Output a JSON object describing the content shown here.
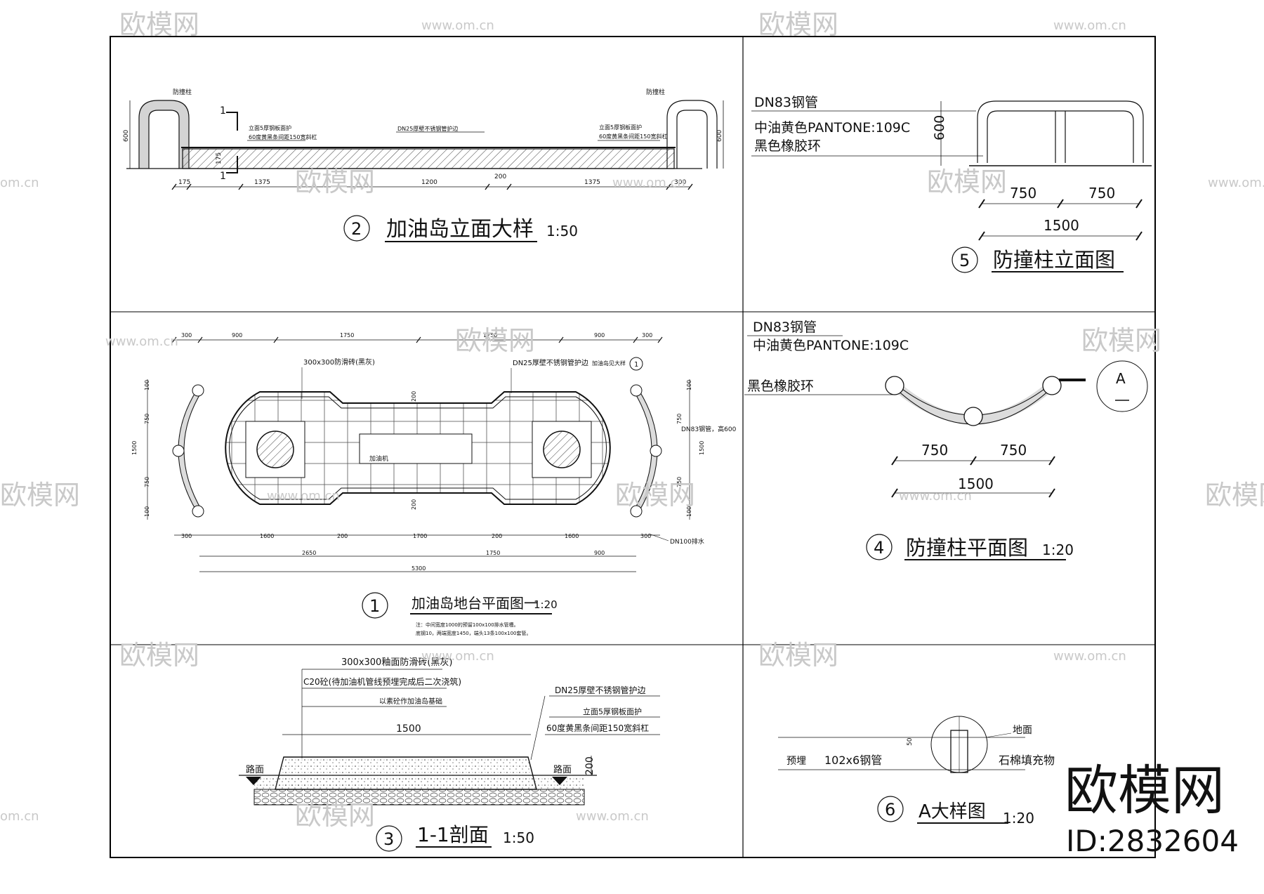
{
  "watermark": {
    "brand": "欧模网",
    "url": "www.om.cn",
    "url_short": "om.cn",
    "id_text": "ID:2832604"
  },
  "panels": {
    "p2": {
      "number": "2",
      "title": "加油岛立面大样",
      "scale": "1:50",
      "labels": {
        "bollard_left": "防撞柱",
        "bollard_right": "防撞柱",
        "steel_plate_left": "立面5厚钢板面护",
        "stripe_left": "60度黄黑条间距150宽斜杠",
        "steel_plate_right": "立面5厚钢板面护",
        "stripe_right": "60度黄黑条间距150宽斜杠",
        "guard": "DN25厚壁不锈钢管护边",
        "section_mark": "1"
      },
      "dims": {
        "h600": "600",
        "h175": "175",
        "d175": "175",
        "d1375": "1375",
        "d1200": "1200",
        "d200": "200",
        "d1375b": "1375",
        "d300": "300"
      }
    },
    "p5": {
      "number": "5",
      "title": "防撞柱立面图",
      "labels": {
        "pipe": "DN83钢管",
        "paint": "中油黄色PANTONE:109C",
        "ring": "黑色橡胶环"
      },
      "dims": {
        "h600": "600",
        "d750a": "750",
        "d750b": "750",
        "d1500": "1500"
      }
    },
    "p1": {
      "number": "1",
      "title": "加油岛地台平面图一",
      "scale": "1:20",
      "labels": {
        "tile": "300x300防滑砖(黑灰)",
        "guard": "DN25厚壁不锈钢管护边",
        "detail_ref": "加油岛见大样",
        "detail_num": "1",
        "dispenser": "加油机",
        "pipe_bollard": "DN83钢管，高600",
        "pipe_drain": "DN100排水"
      },
      "note1": "注：中间宽度1000的预留100x100排水管槽。",
      "note2": "底钢10，两端宽度1450，端头13条100x100套管。",
      "dims_top": [
        "300",
        "900",
        "1750",
        "1750",
        "900",
        "300"
      ],
      "dims_bottom1": [
        "300",
        "1600",
        "200",
        "1700",
        "200",
        "1600",
        "300"
      ],
      "dims_bottom2": [
        "2650",
        "1750",
        "900"
      ],
      "dims_total": "5300",
      "dims_left": [
        "100",
        "750",
        "1500",
        "750",
        "100"
      ],
      "dims_right": [
        "100",
        "750",
        "1500",
        "750",
        "100"
      ],
      "dims_inner": [
        "200",
        "200"
      ]
    },
    "p4": {
      "number": "4",
      "title": "防撞柱平面图",
      "scale": "1:20",
      "labels": {
        "pipe": "DN83钢管",
        "paint": "中油黄色PANTONE:109C",
        "ring": "黑色橡胶环",
        "ref": "A"
      },
      "dims": {
        "d750a": "750",
        "d750b": "750",
        "d1500": "1500"
      }
    },
    "p3": {
      "number": "3",
      "title": "1-1剖面",
      "scale": "1:50",
      "labels": {
        "tile": "300x300釉面防滑砖(黑灰)",
        "c20": "C20砼(待加油机管线预埋完成后二次浇筑)",
        "base": "以素砼作加油岛基础",
        "guard": "DN25厚壁不锈钢管护边",
        "steel": "立面5厚钢板面护",
        "stripe": "60度黄黑条间距150宽斜杠",
        "road_left": "路面",
        "road_right": "路面"
      },
      "dims": {
        "d1500": "1500",
        "h200": "200"
      }
    },
    "p6": {
      "number": "6",
      "title": "A大样图",
      "scale": "1:20",
      "labels": {
        "ground": "地面",
        "embed": "预埋",
        "pipe": "102x6钢管",
        "fill": "石棉填充物",
        "d50": "50"
      }
    }
  }
}
